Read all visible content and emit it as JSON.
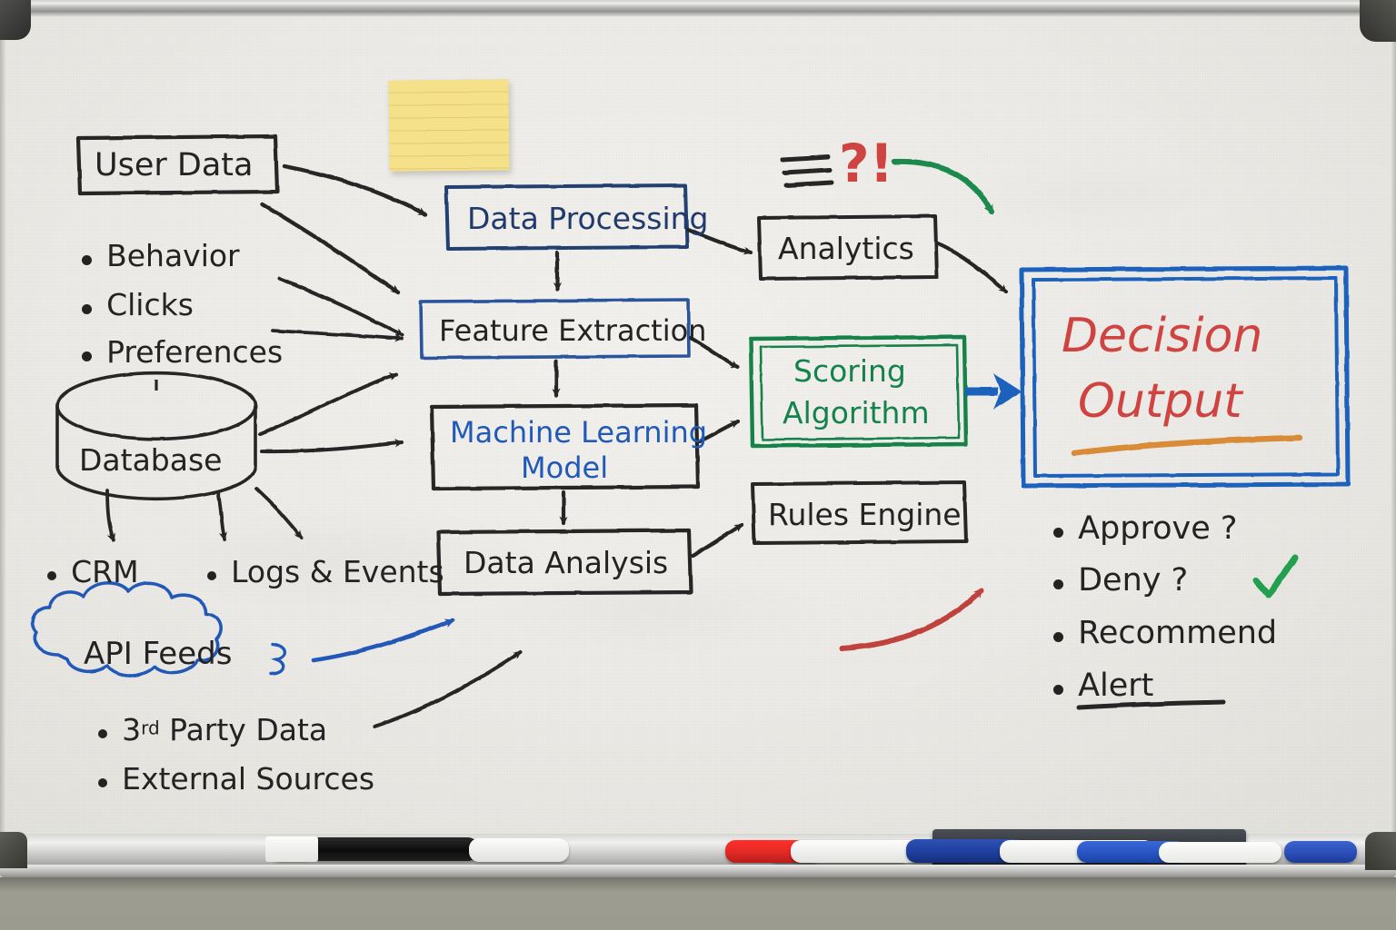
{
  "scene": {
    "surface": "whiteboard",
    "title_note": "hand-drawn data pipeline flowchart"
  },
  "colors": {
    "board": "#eceae6",
    "marker_black": "#232323",
    "marker_navy": "#1f3a6b",
    "marker_blue": "#2159b8",
    "marker_green": "#14824a",
    "marker_red": "#cf4340",
    "marker_orange": "#d98c39",
    "sticky_yellow": "#f5e18a"
  },
  "diagram": {
    "inputs": {
      "user_data_box": "User Data",
      "user_data_bullets": [
        "Behavior",
        "Clicks",
        "Preferences"
      ],
      "database_cylinder": "Database",
      "database_bullets": [
        "CRM",
        "Logs & Events"
      ],
      "api_cloud": "API Feeds",
      "api_bullets": [
        "3rd Party Data",
        "External Sources"
      ],
      "api_bullet_1_main": "3",
      "api_bullet_1_sup": "rd",
      "api_bullet_1_rest": " Party Data"
    },
    "pipeline": {
      "data_processing": "Data Processing",
      "feature_extraction": "Feature Extraction",
      "ml_model_line1": "Machine Learning",
      "ml_model_line2": "Model",
      "data_analysis": "Data Analysis"
    },
    "engines": {
      "analytics": "Analytics",
      "scoring_line1": "Scoring",
      "scoring_line2": "Algorithm",
      "rules_engine": "Rules Engine"
    },
    "output": {
      "title_line1": "Decision",
      "title_line2": "Output",
      "bullets": [
        "Approve ?",
        "Deny ?",
        "Recommend",
        "Alert"
      ],
      "checkmark": "check-mark"
    },
    "annotations": {
      "emphasis_marks": "three-dashes",
      "question_exclaim": "?!",
      "green_arrow": "green-curved-arrow",
      "red_arrow": "red-curved-arrow",
      "blue_arrow": "blue-thick-arrow"
    }
  },
  "objects": {
    "sticky_note": "blank-yellow-lined-sticky-note",
    "tray_items": [
      {
        "name": "black-marker",
        "color": "#1b1b1b"
      },
      {
        "name": "orange-marker",
        "color": "#e8572c"
      },
      {
        "name": "eraser",
        "color": "#2e3238"
      },
      {
        "name": "blue-marker-1",
        "color": "#2b4fb8"
      },
      {
        "name": "red-marker",
        "color": "#e02a26"
      },
      {
        "name": "blue-marker-2",
        "color": "#1e3f9e"
      },
      {
        "name": "blue-marker-3",
        "color": "#2756c4"
      }
    ]
  }
}
